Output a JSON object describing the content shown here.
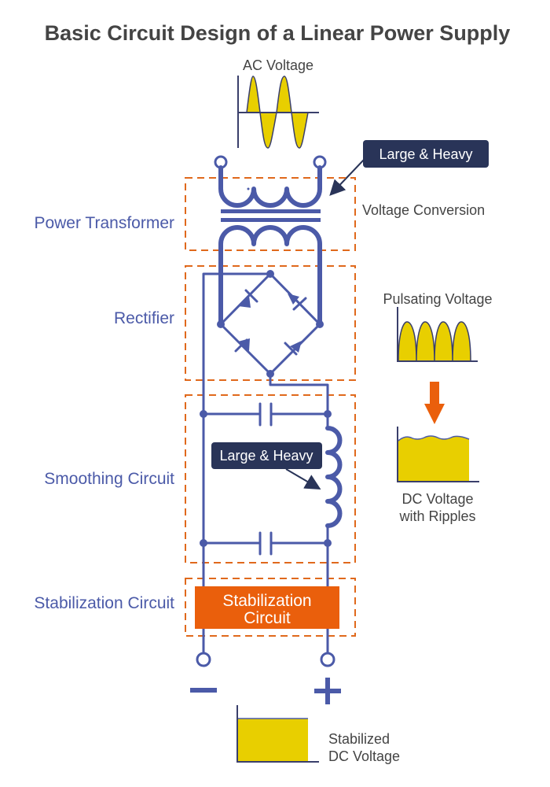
{
  "title": "Basic Circuit Design of a Linear Power Supply",
  "colors": {
    "wire": "#4b5aa8",
    "dashed_box": "#e0691c",
    "stabilization_block": "#ea5f0c",
    "waveform_fill": "#e8cf00",
    "callout_bg": "#293458",
    "label_blue": "#4b5aa8",
    "text_dark": "#444444"
  },
  "waveforms": {
    "ac": {
      "label": "AC Voltage",
      "cycles": 2
    },
    "pulsating": {
      "label": "Pulsating Voltage",
      "humps": 4
    },
    "arrow": "down-arrow",
    "dc_ripple": {
      "label_line1": "DC Voltage",
      "label_line2": "with Ripples"
    },
    "stabilized": {
      "label_line1": "Stabilized",
      "label_line2": "DC Voltage"
    }
  },
  "sections": [
    {
      "id": "transformer",
      "label": "Power Transformer",
      "note": "Voltage Conversion"
    },
    {
      "id": "rectifier",
      "label": "Rectifier"
    },
    {
      "id": "smoothing",
      "label": "Smoothing Circuit"
    },
    {
      "id": "stabilization",
      "label": "Stabilization Circuit"
    }
  ],
  "callouts": {
    "transformer": "Large & Heavy",
    "inductor": "Large & Heavy"
  },
  "stabilization_block": {
    "line1": "Stabilization",
    "line2": "Circuit"
  },
  "terminals": {
    "negative": "−",
    "positive": "+"
  }
}
